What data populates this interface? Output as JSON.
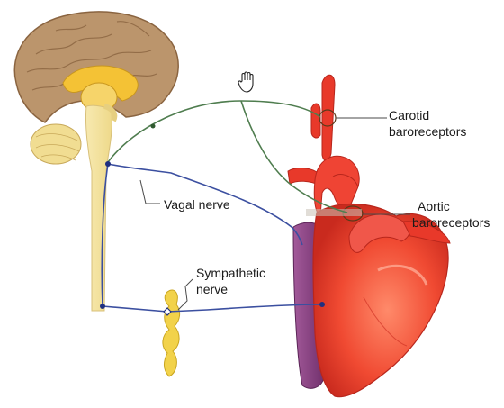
{
  "labels": {
    "carotid_line1": "Carotid",
    "carotid_line2": "baroreceptors",
    "aortic_line1": "Aortic",
    "aortic_line2": "baroreceptors",
    "vagal": "Vagal nerve",
    "sympathetic_line1": "Sympathetic",
    "sympathetic_line2": "nerve"
  },
  "icons": {
    "cursor": "hand-cursor-icon"
  },
  "colors": {
    "afferent_nerve": "#4f7d4f",
    "efferent_nerve": "#3b4fa0",
    "brain_cortex": "#b8916a",
    "spinal_cord": "#f3e3a0",
    "heart": "#ee3b2c",
    "vein": "#7a3a7a",
    "ganglion": "#f2d24a"
  }
}
